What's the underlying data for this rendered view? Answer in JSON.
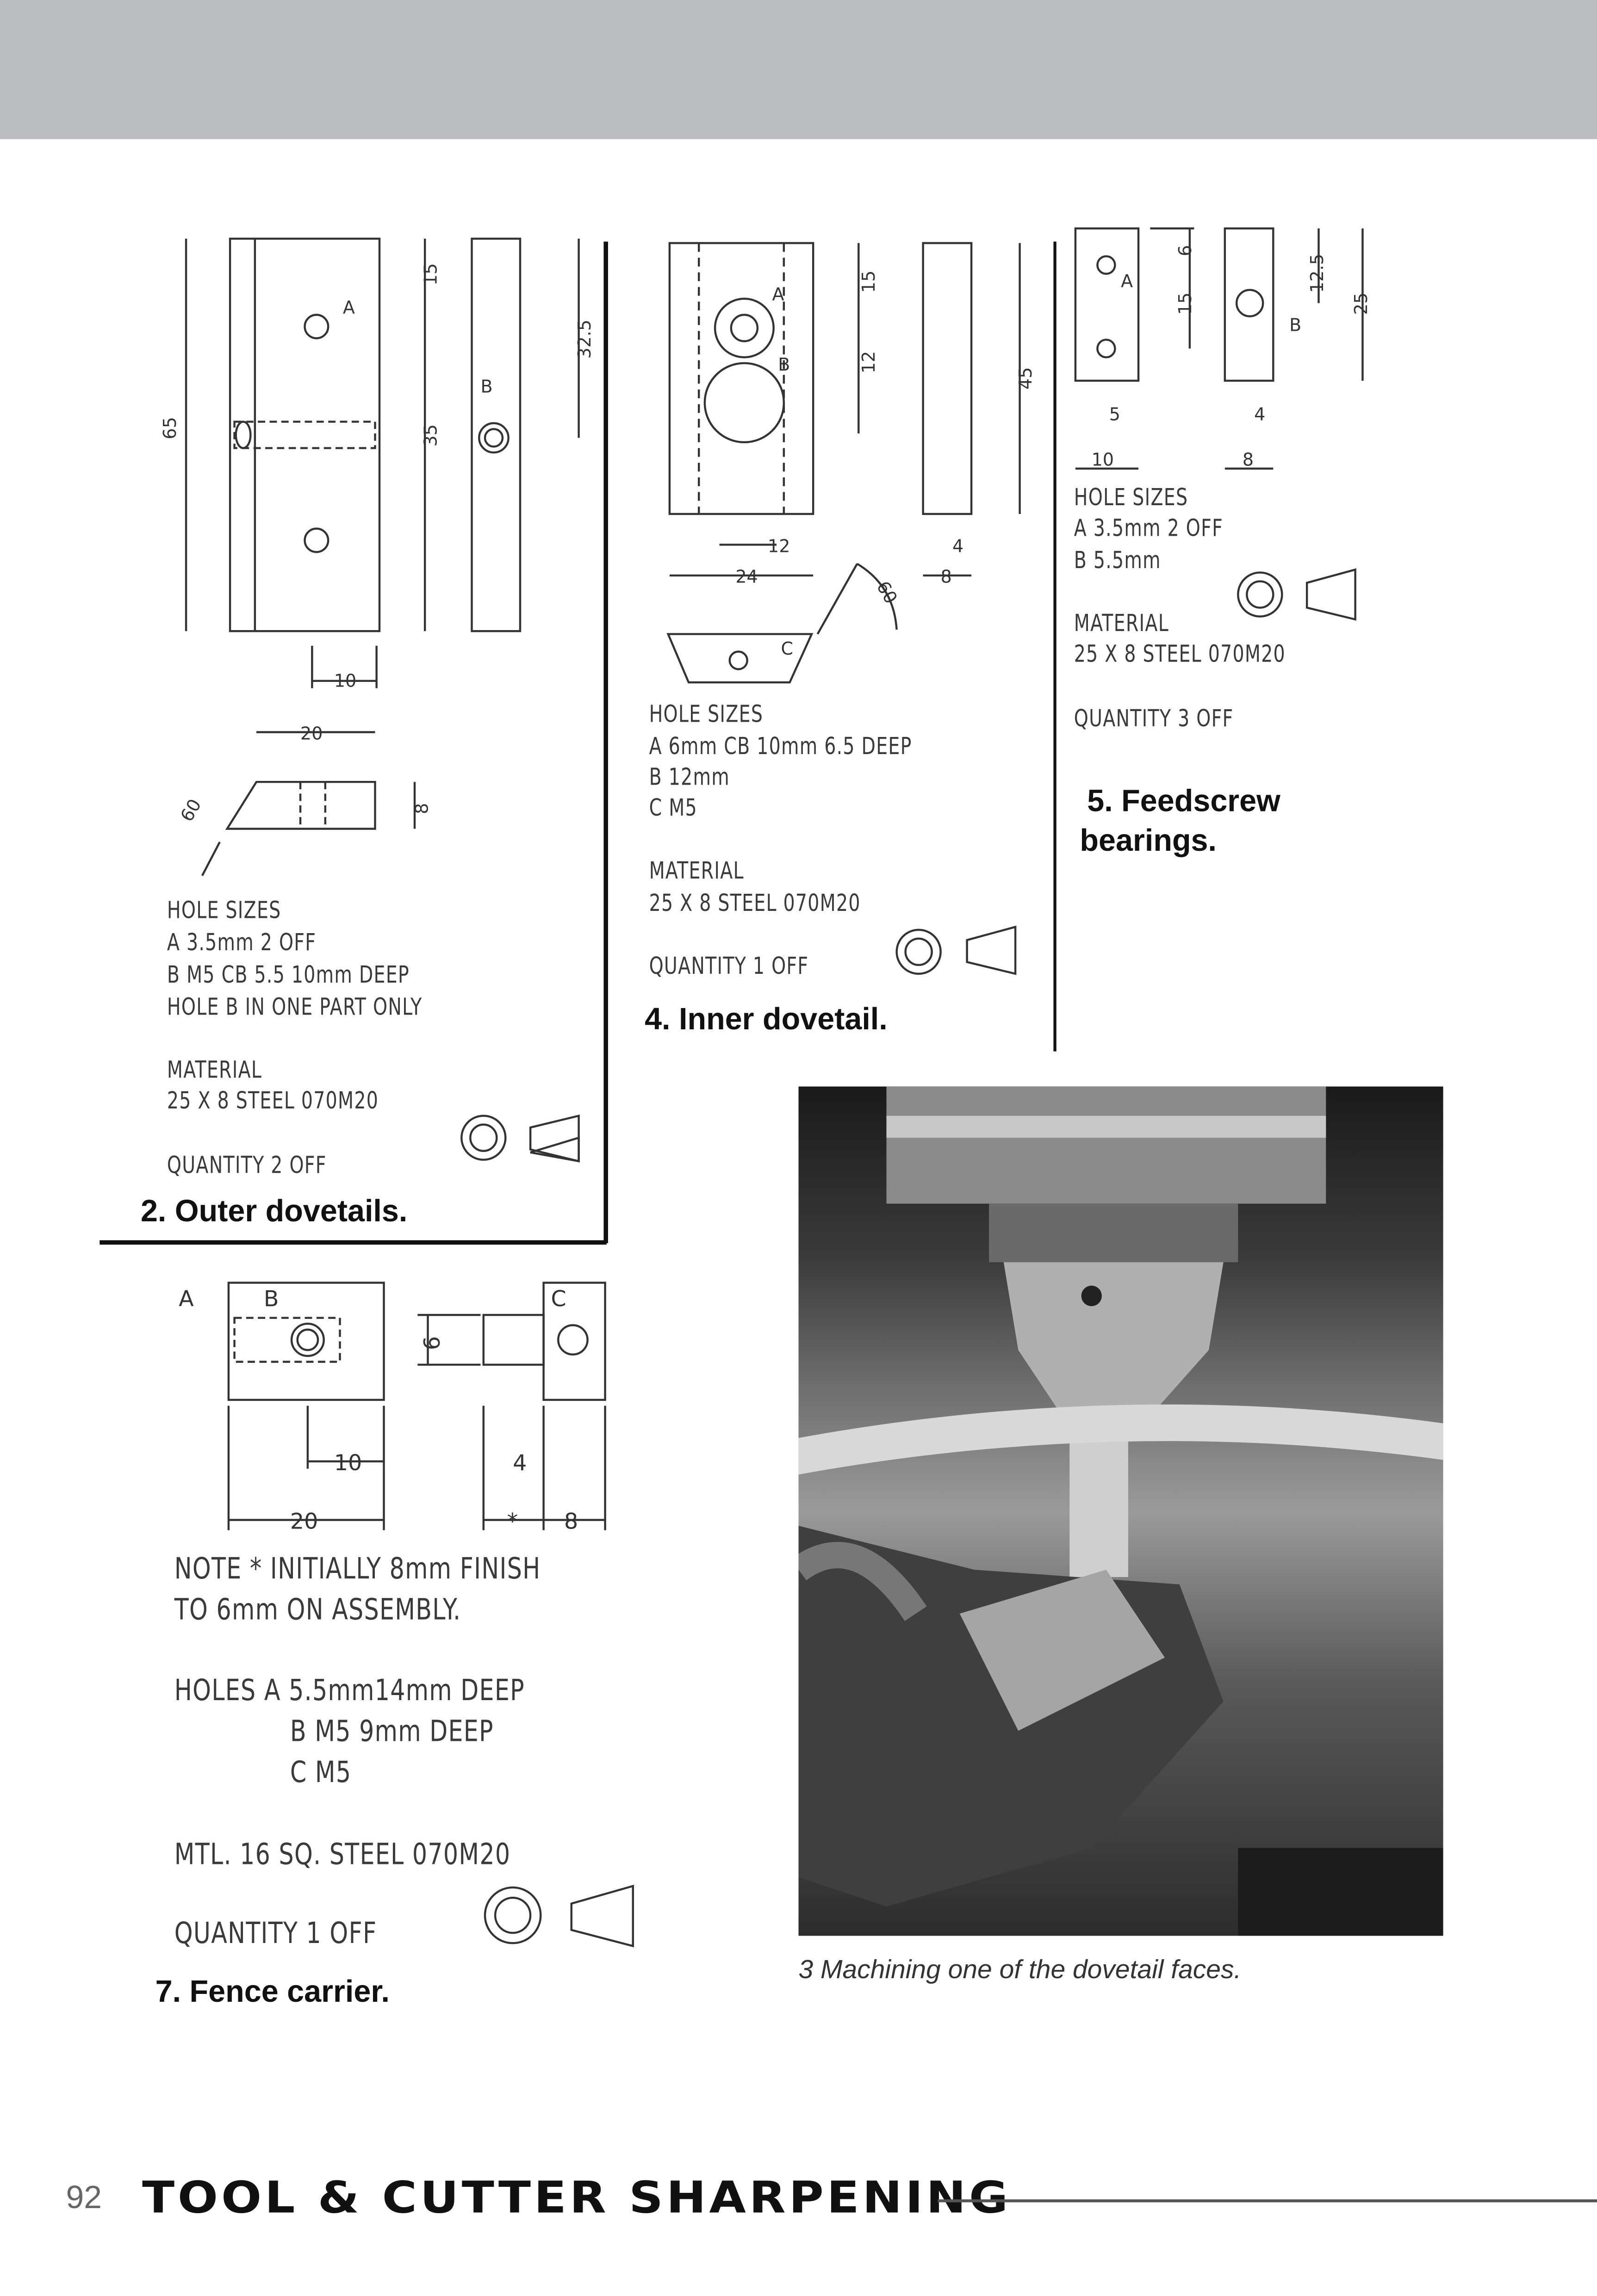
{
  "footer": {
    "page_number": "92",
    "book_title": "TOOL & CUTTER SHARPENING"
  },
  "fig2": {
    "title": "2. Outer dovetails.",
    "lines": [
      "HOLE SIZES",
      "A 3.5mm 2 OFF",
      "B M5 CB 5.5 10mm DEEP",
      "HOLE B IN ONE PART ONLY",
      "MATERIAL",
      "25 X 8 STEEL 070M20",
      "QUANTITY 2 OFF"
    ],
    "labels": [
      "65",
      "15",
      "35",
      "32.5",
      "10",
      "20",
      "8",
      "60",
      "A",
      "B"
    ]
  },
  "fig4": {
    "title": "4. Inner dovetail.",
    "lines": [
      "HOLE SIZES",
      "A 6mm CB 10mm 6.5 DEEP",
      "B 12mm",
      "C M5",
      "MATERIAL",
      "25 X 8 STEEL 070M20",
      "QUANTITY 1 OFF"
    ],
    "labels": [
      "15",
      "12",
      "45",
      "12",
      "24",
      "4",
      "8",
      "60",
      "A",
      "B",
      "C"
    ]
  },
  "fig5": {
    "title_line1": "5. Feedscrew",
    "title_line2": "bearings.",
    "lines": [
      "HOLE SIZES",
      "A 3.5mm 2 OFF",
      "B 5.5mm",
      "MATERIAL",
      "25 X 8 STEEL 070M20",
      "QUANTITY 3 OFF"
    ],
    "labels": [
      "6",
      "15",
      "12.5",
      "25",
      "5",
      "10",
      "4",
      "8",
      "A",
      "B"
    ]
  },
  "fig7": {
    "title": "7. Fence carrier.",
    "lines": [
      "NOTE * INITIALLY 8mm FINISH",
      "TO 6mm ON ASSEMBLY.",
      "HOLES A 5.5mm14mm DEEP",
      "B M5 9mm DEEP",
      "C M5",
      "MTL. 16 SQ. STEEL 070M20",
      "QUANTITY 1 OFF"
    ],
    "labels": [
      "A",
      "B",
      "C",
      "6",
      "10",
      "20",
      "4",
      "8",
      "*"
    ]
  },
  "photo": {
    "caption": "3 Machining one of the dovetail faces."
  },
  "colors": {
    "header_band": "#bcbdc0",
    "text": "#111111",
    "drawing_text": "#3a3a3a"
  }
}
